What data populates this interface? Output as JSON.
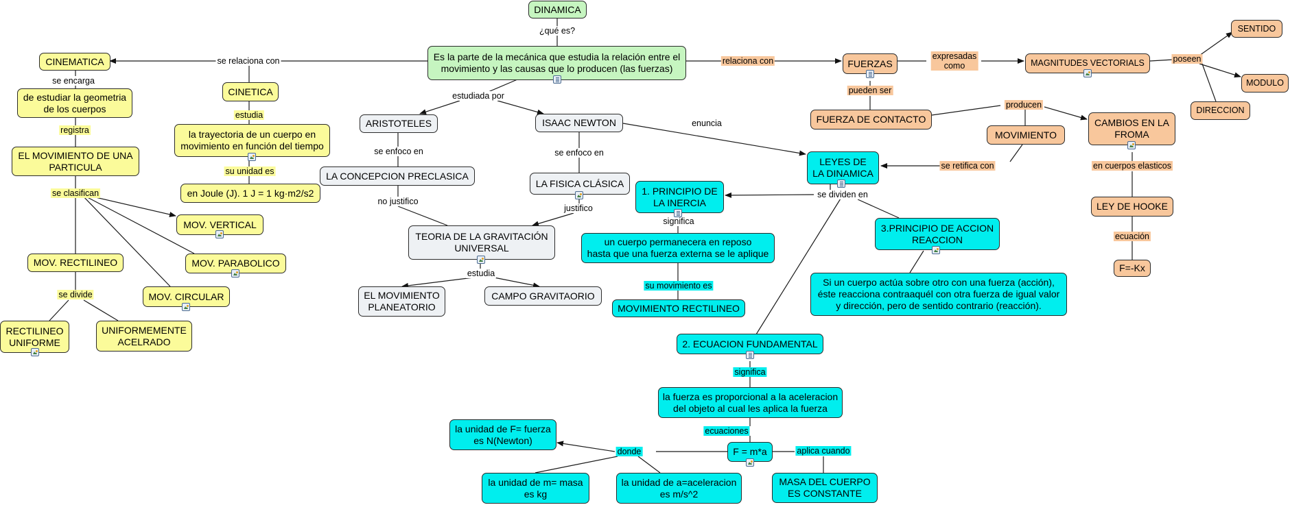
{
  "nodes": {
    "dinamica": "DINAMICA",
    "definicion": "Es la parte de la mecánica que estudia la relación entre el\nmovimiento y las causas que lo producen (las fuerzas)",
    "cinematica": "CINEMATICA",
    "geometria": "de estudiar la geometria\nde los cuerpos",
    "mov_particula": "EL MOVIMIENTO DE UNA\nPARTICULA",
    "mov_rectilineo": "MOV. RECTILINEO",
    "rect_uniforme": "RECTILINEO\nUNIFORME",
    "unif_acelerado": "UNIFORMEMENTE\nACELRADO",
    "mov_circular": "MOV. CIRCULAR",
    "mov_parabolico": "MOV. PARABOLICO",
    "mov_vertical": "MOV. VERTICAL",
    "cinetica": "CINETICA",
    "trayectoria": "la trayectoria de un cuerpo en\nmovimiento en función del tiempo",
    "joule": "en Joule (J). 1 J = 1 kg·m2/s2",
    "aristoteles": "ARISTOTELES",
    "preclasica": "LA CONCEPCION PRECLASICA",
    "gravitacion": "TEORIA DE LA GRAVITACIÓN\nUNIVERSAL",
    "planetario": "EL MOVIMIENTO\nPLANEATORIO",
    "campo": "CAMPO GRAVITAORIO",
    "newton": "ISAAC NEWTON",
    "fisica_clasica": "LA FISICA CLÁSICA",
    "leyes": "LEYES DE\nLA DINAMICA",
    "inercia": "1. PRINCIPIO DE\nLA INERCIA",
    "inercia_def": "un cuerpo permanecera en reposo\nhasta que una fuerza externa se le aplique",
    "mov_rect_cyan": "MOVIMIENTO RECTILINEO",
    "ecuacion": "2. ECUACION FUNDAMENTAL",
    "fuerza_prop": "la fuerza es proporcional a la aceleracion\ndel objeto al cual les aplica la fuerza",
    "fma": "F = m*a",
    "unidad_f": "la unidad de F= fuerza\nes N(Newton)",
    "unidad_m": "la unidad de m= masa\nes kg",
    "unidad_a": "la unidad de a=aceleracion\nes m/s^2",
    "masa_const": "MASA DEL CUERPO\nES CONSTANTE",
    "accion": "3.PRINCIPIO DE ACCION\nREACCION",
    "accion_def": "Si un cuerpo actúa sobre otro con una fuerza (acción),\néste reacciona contraaquél con otra fuerza de igual valor\ny dirección, pero de sentido contrario (reacción).",
    "fuerzas": "FUERZAS",
    "fuerza_contacto": "FUERZA DE CONTACTO",
    "movimiento": "MOVIMIENTO",
    "cambios": "CAMBIOS EN LA\nFROMA",
    "hooke": "LEY DE HOOKE",
    "fkx": "F=-Kx",
    "magnitudes": "MAGNITUDES VECTORIALS",
    "sentido": "SENTIDO",
    "modulo": "MODULO",
    "direccion": "DIRECCION"
  },
  "labels": {
    "que_es": "¿qué es?",
    "se_relaciona_con": "se relaciona con",
    "relaciona_con": "relaciona con",
    "estudiada_por": "estudiada por",
    "se_encarga": "se encarga",
    "registra": "registra",
    "se_clasifican": "se clasifican",
    "se_divide": "se divide",
    "estudia_cinetica": "estudia",
    "su_unidad_es": "su unidad es",
    "se_enfoco_en_a": "se enfoco en",
    "no_justifico": "no justifico",
    "estudia_grav": "estudia",
    "se_enfoco_en_n": "se enfoco en",
    "justifico": "justifico",
    "enuncia": "enuncia",
    "se_dividen_en": "se dividen en",
    "significa_1": "significa",
    "su_movimiento_es": "su movimiento es",
    "significa_2": "significa",
    "ecuaciones": "ecuaciones",
    "donde": "donde",
    "aplica_cuando": "aplica cuando",
    "expresadas_como": "expresadas\ncomo",
    "poseen": "poseen",
    "pueden_ser": "pueden ser",
    "producen": "producen",
    "se_retifica_con": "se retifica con",
    "en_cuerpos_elasticos": "en cuerpos elasticos",
    "ecuacion": "ecuación"
  },
  "colors": {
    "yellow": "#fbfb9a",
    "green": "#c6f5c0",
    "orange": "#f8c79c",
    "gray": "#eef1f4",
    "cyan": "#00eeee",
    "line": "#1a1a1a"
  },
  "icons": {
    "definicion": "document-icon",
    "mov_vertical": "image-icon",
    "mov_parabolico": "image-icon",
    "mov_circular": "image-icon",
    "rect_uniforme": "image-icon",
    "trayectoria": "image-icon",
    "fisica_clasica": "image-icon",
    "gravitacion": "image-icon",
    "leyes": "document-icon",
    "inercia": "document-icon",
    "accion": "image-icon",
    "ecuacion": "document-icon",
    "fma": "image-icon",
    "fuerzas": "document-icon",
    "magnitudes": "image-icon",
    "cambios": "image-icon"
  }
}
